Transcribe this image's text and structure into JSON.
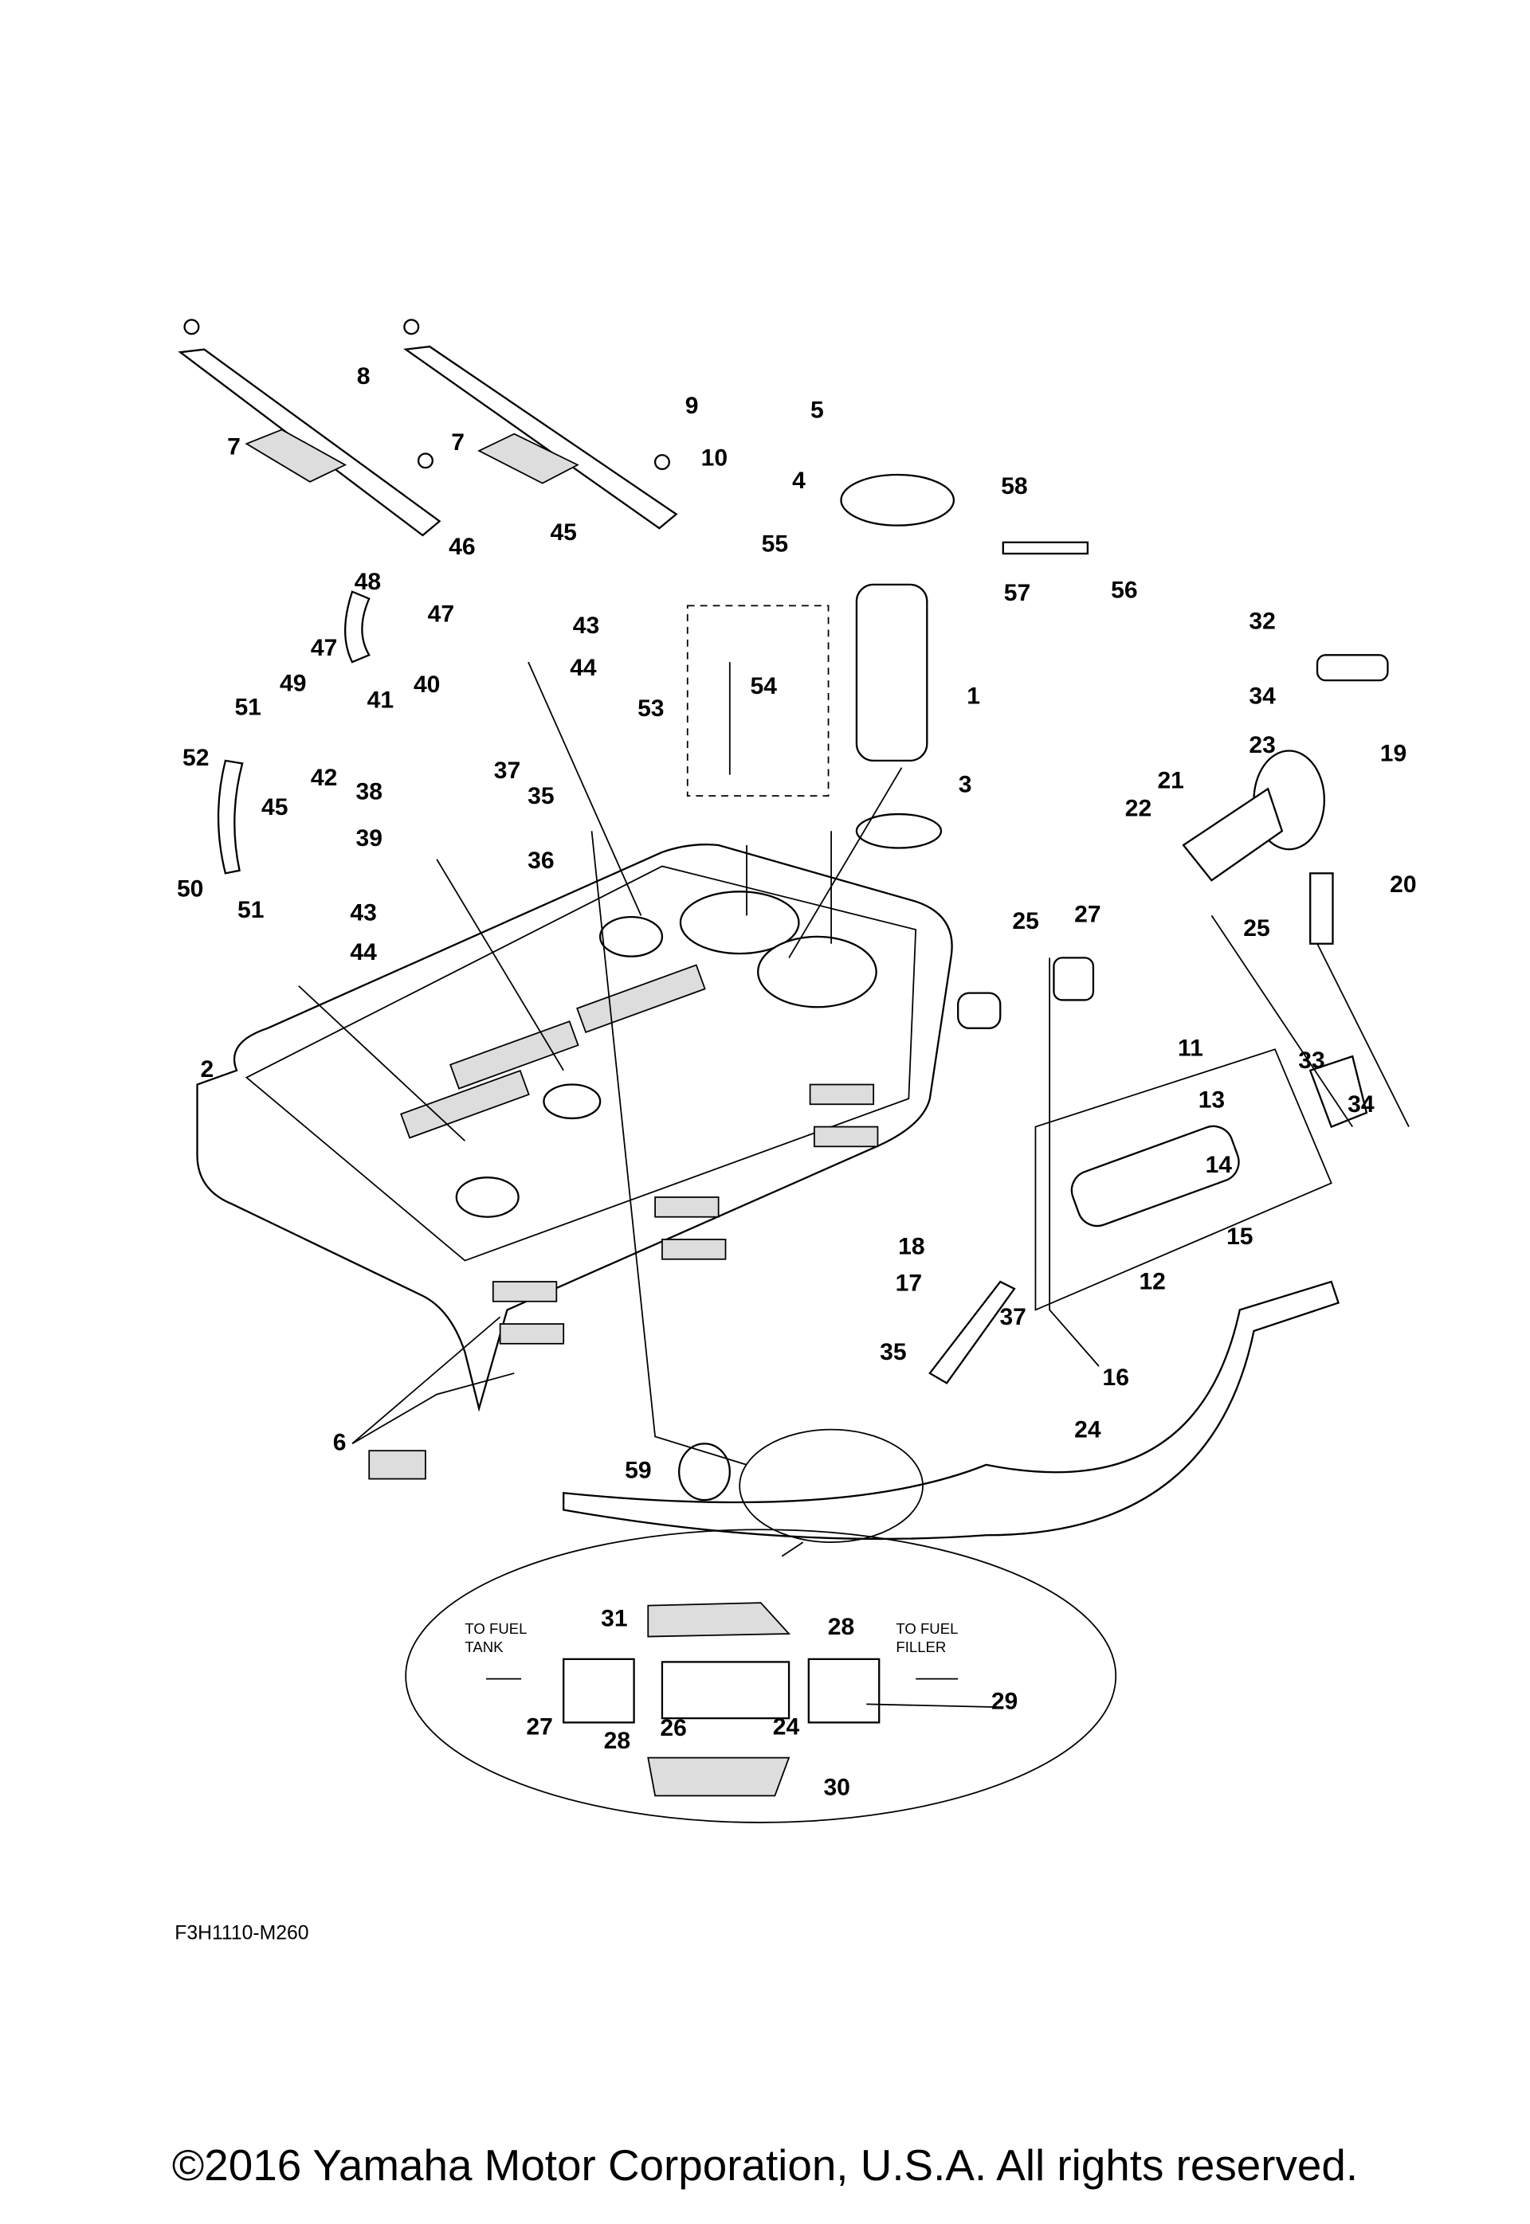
{
  "diagram": {
    "drawing_code": "F3H1110-M260",
    "copyright": "©2016 Yamaha Motor Corporation, U.S.A. All rights reserved.",
    "inset": {
      "left_note": [
        "TO FUEL",
        "TANK"
      ],
      "right_note": [
        "TO FUEL",
        "FILLER"
      ]
    },
    "callouts": [
      "5",
      "4",
      "58",
      "57",
      "56",
      "55",
      "54",
      "53",
      "1",
      "3",
      "9",
      "10",
      "8",
      "7",
      "7",
      "46",
      "45",
      "48",
      "47",
      "43",
      "44",
      "47",
      "49",
      "51",
      "41",
      "40",
      "42",
      "52",
      "38",
      "37",
      "35",
      "39",
      "36",
      "45",
      "50",
      "51",
      "43",
      "44",
      "2",
      "25",
      "27",
      "32",
      "34",
      "23",
      "19",
      "21",
      "22",
      "20",
      "25",
      "11",
      "13",
      "14",
      "33",
      "34",
      "15",
      "18",
      "17",
      "12",
      "37",
      "16",
      "35",
      "24",
      "6",
      "59",
      "31",
      "28",
      "27",
      "28",
      "26",
      "24",
      "29",
      "30"
    ]
  }
}
